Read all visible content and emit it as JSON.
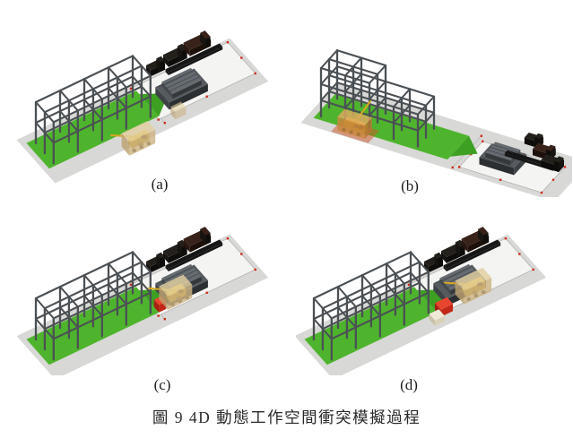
{
  "figure": {
    "caption": "圖 9  4D 動態工作空間衝突模擬過程",
    "panels": [
      {
        "label": "(a)"
      },
      {
        "label": "(b)"
      },
      {
        "label": "(c)"
      },
      {
        "label": "(d)"
      }
    ]
  },
  "colors": {
    "background": "#ffffff",
    "ground": "#d8d8d6",
    "platform": "#f4f4f2",
    "platform_border": "#b2b2b0",
    "boundary_line": "#b8b8b6",
    "tick_red": "#cf2b1a",
    "green_zone": "#4eb42d",
    "green_edge": "#3da023",
    "frame_steel": "#4b5054",
    "stack_top": "#565b5f",
    "stack_front": "#2c2f32",
    "stack_side": "#3e4246",
    "stack2_top": "#656b70",
    "stack2_front": "#34383b",
    "stack2_side": "#464a4e",
    "stack_texture": "#23272a",
    "strip_dark": "#161616",
    "truck_black_top": "#23201c",
    "truck_black_front": "#0f0d0b",
    "truck_black_side": "#171411",
    "truck_brown_top": "#38221a",
    "truck_brown_front": "#1d100a",
    "truck_brown_side": "#2a170f",
    "machine_yellow": "#e2b82e",
    "machine_yellow_dark": "#bb951f",
    "boom_yellow": "#d9a81f",
    "workspace_tan_top": "#e2cfa0",
    "workspace_tan_front": "#cdb383",
    "workspace_tan_side": "#bda272",
    "workspace_orange_top": "#dfa861",
    "workspace_orange_front": "#c9883e",
    "workspace_orange_side": "#b87734",
    "conflict_glow": "#d05428",
    "conflict_red_top": "#e8452f",
    "conflict_red_front": "#c22718",
    "conflict_red_side": "#a62012",
    "cream_top": "#efe9d6",
    "cream_front": "#d9d1b8",
    "cream_side": "#c9c0a6",
    "blob_brown": "#6b4423",
    "blob_brown2": "#7d5630",
    "wheel_dark": "#222222",
    "label_color": "#1c1c1c"
  }
}
